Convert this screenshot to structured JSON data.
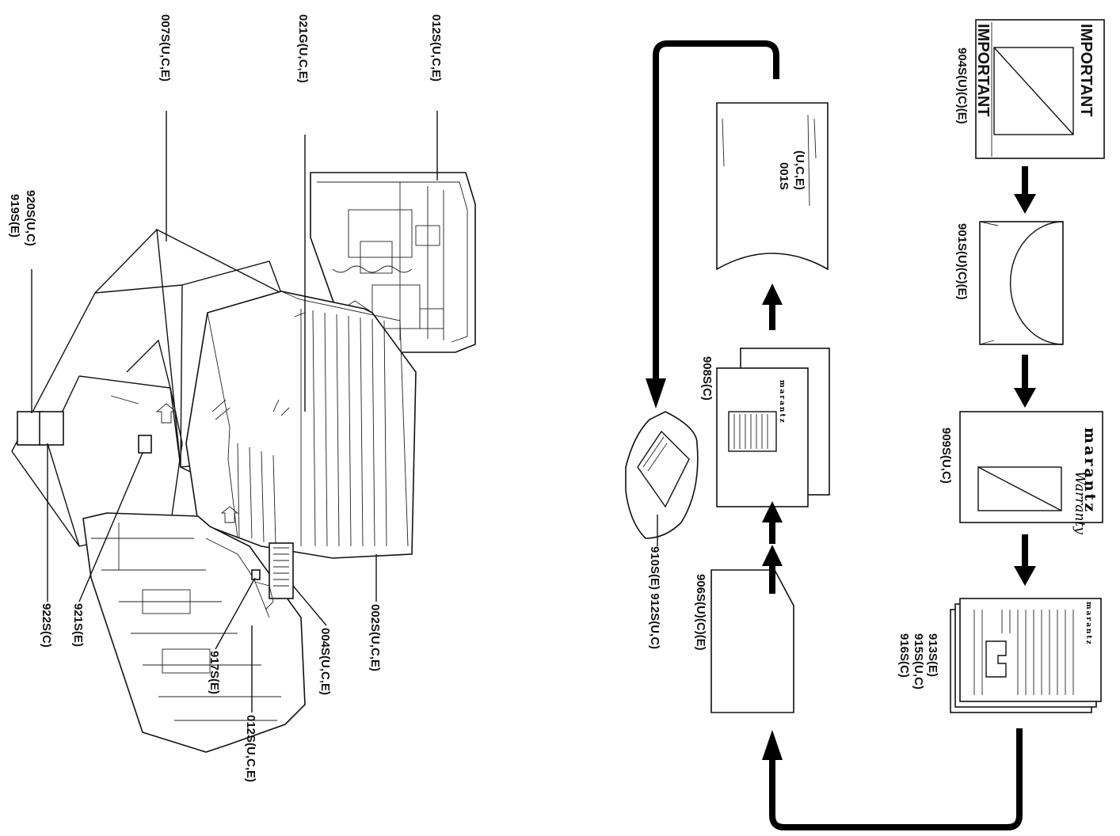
{
  "left_labels": {
    "label_012S_top": "012S(U,C,E)",
    "label_021G": "021G(U,C,E)",
    "label_007S": "007S(U,C,E)",
    "label_920S": "920S(U,C)",
    "label_919S": "919S(E)",
    "label_922S": "922S(C)",
    "label_921S": "921S(E)",
    "label_917S": "917S(E)",
    "label_012S_bottom": "012S(U,C,E)",
    "label_004S": "004S(U,C,E)",
    "label_002S": "002S(U,C,E)"
  },
  "right_labels": {
    "important_top": "IMPORTANT",
    "important_bottom": "IMPORTANT",
    "label_904S": "904S(U)(C)(E)",
    "label_901S": "901S(U)(C)(E)",
    "label_909S": "909S(U,C)",
    "label_913S": "913S(E)",
    "label_915S": "915S(U,C)",
    "label_916S": "916S(C)",
    "bag_code": "(U,C,E)",
    "bag_part": "001S",
    "label_908S": "908S(C)",
    "label_906S": "906S(U)(C)(E)",
    "label_910S_912S": "910S(E)  912S(U,C)"
  },
  "brand": {
    "logo_text": "marantz",
    "warranty_script": "Warranty"
  }
}
